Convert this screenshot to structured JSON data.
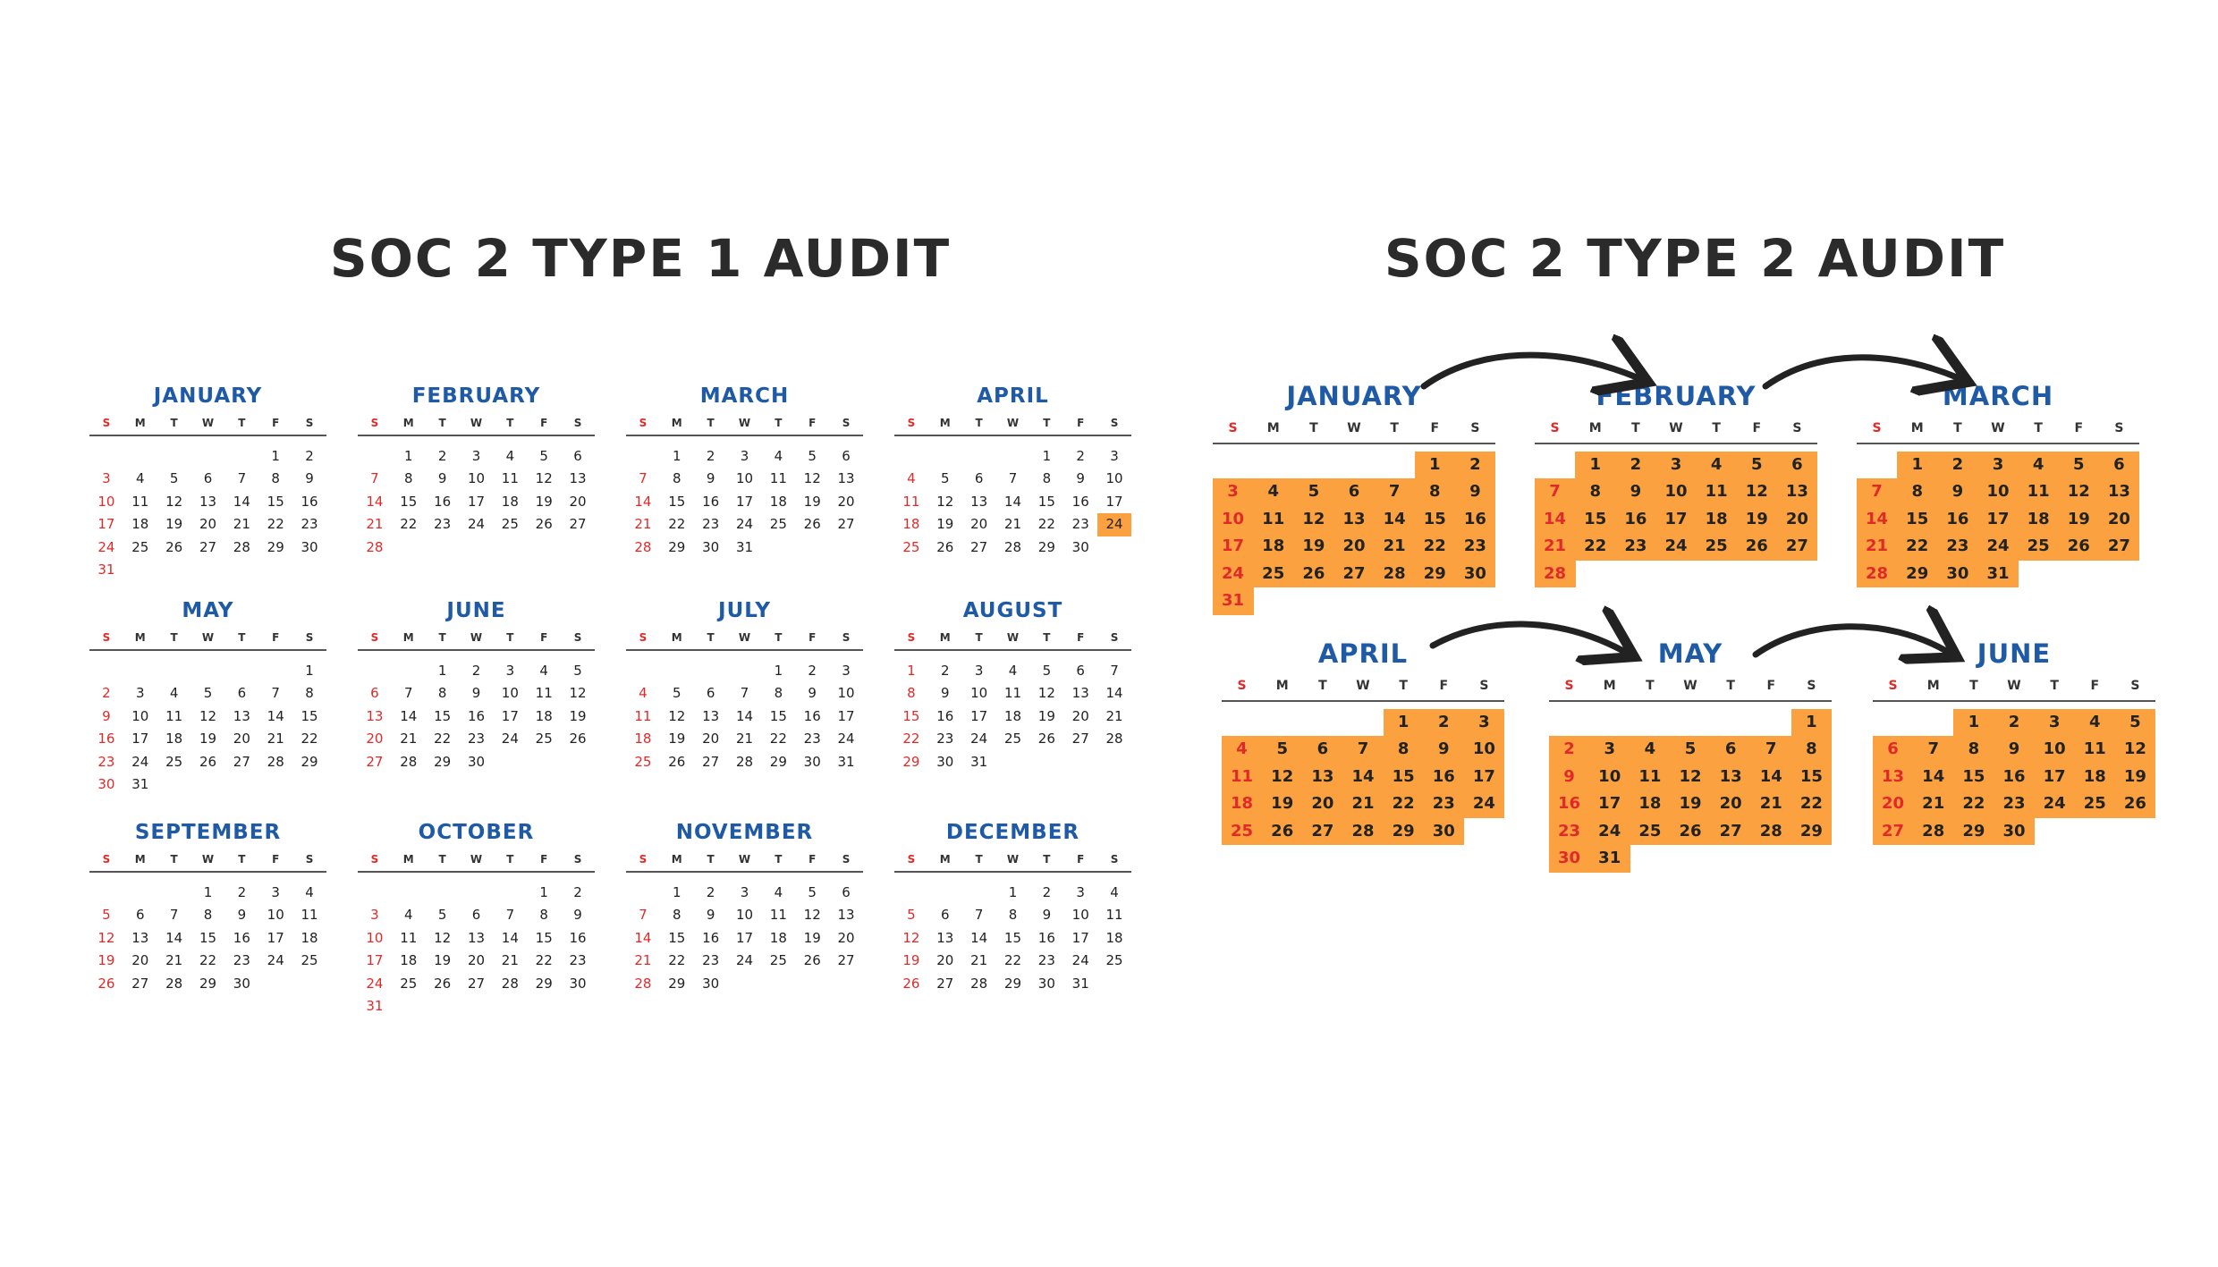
{
  "left_title": "SOC 2 TYPE 1 AUDIT",
  "right_title": "SOC 2 TYPE 2 AUDIT",
  "weekday_labels": [
    "S",
    "M",
    "T",
    "W",
    "T",
    "F",
    "S"
  ],
  "colors": {
    "accent": "#1f5aa6",
    "sunday": "#e02a2a",
    "highlight": "#fba13f",
    "text": "#2b2b2b"
  },
  "type1_year": [
    {
      "name": "JANUARY",
      "start": 5,
      "days": 31,
      "highlight": []
    },
    {
      "name": "FEBRUARY",
      "start": 1,
      "days": 28,
      "highlight": []
    },
    {
      "name": "MARCH",
      "start": 1,
      "days": 31,
      "highlight": []
    },
    {
      "name": "APRIL",
      "start": 4,
      "days": 30,
      "highlight": [
        24
      ]
    },
    {
      "name": "MAY",
      "start": 6,
      "days": 31,
      "highlight": []
    },
    {
      "name": "JUNE",
      "start": 2,
      "days": 30,
      "highlight": []
    },
    {
      "name": "JULY",
      "start": 4,
      "days": 31,
      "highlight": []
    },
    {
      "name": "AUGUST",
      "start": 0,
      "days": 31,
      "highlight": []
    },
    {
      "name": "SEPTEMBER",
      "start": 3,
      "days": 30,
      "highlight": []
    },
    {
      "name": "OCTOBER",
      "start": 5,
      "days": 31,
      "highlight": []
    },
    {
      "name": "NOVEMBER",
      "start": 1,
      "days": 30,
      "highlight": []
    },
    {
      "name": "DECEMBER",
      "start": 3,
      "days": 31,
      "highlight": []
    }
  ],
  "type2_months": [
    {
      "name": "JANUARY",
      "start": 5,
      "days": 31,
      "highlight": "all"
    },
    {
      "name": "FEBRUARY",
      "start": 1,
      "days": 28,
      "highlight": "all"
    },
    {
      "name": "MARCH",
      "start": 1,
      "days": 31,
      "highlight": "all"
    },
    {
      "name": "APRIL",
      "start": 4,
      "days": 30,
      "highlight": "all"
    },
    {
      "name": "MAY",
      "start": 6,
      "days": 31,
      "highlight": "all"
    },
    {
      "name": "JUNE",
      "start": 2,
      "days": 30,
      "highlight": "all"
    }
  ]
}
